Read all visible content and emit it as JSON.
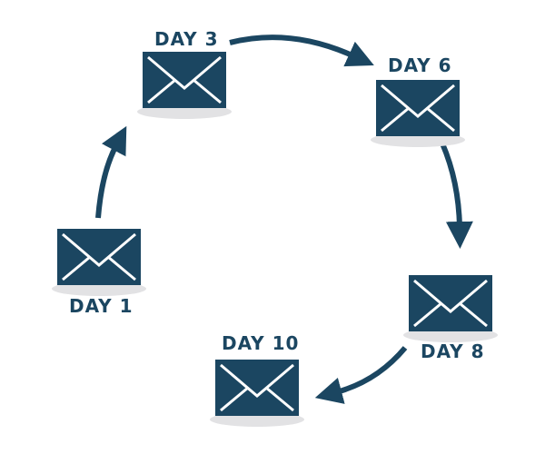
{
  "colors": {
    "envelope": "#1b4661",
    "arrow": "#1b4661",
    "shadow": "#e2e2e4",
    "label": "#1b4661"
  },
  "steps": [
    {
      "label": "DAY 1",
      "icon": "envelope-icon"
    },
    {
      "label": "DAY 3",
      "icon": "envelope-icon"
    },
    {
      "label": "DAY 6",
      "icon": "envelope-icon"
    },
    {
      "label": "DAY 8",
      "icon": "envelope-icon"
    },
    {
      "label": "DAY 10",
      "icon": "envelope-icon"
    }
  ],
  "connectors": [
    {
      "from": "DAY 1",
      "to": "DAY 3"
    },
    {
      "from": "DAY 3",
      "to": "DAY 6"
    },
    {
      "from": "DAY 6",
      "to": "DAY 8"
    },
    {
      "from": "DAY 8",
      "to": "DAY 10"
    }
  ]
}
